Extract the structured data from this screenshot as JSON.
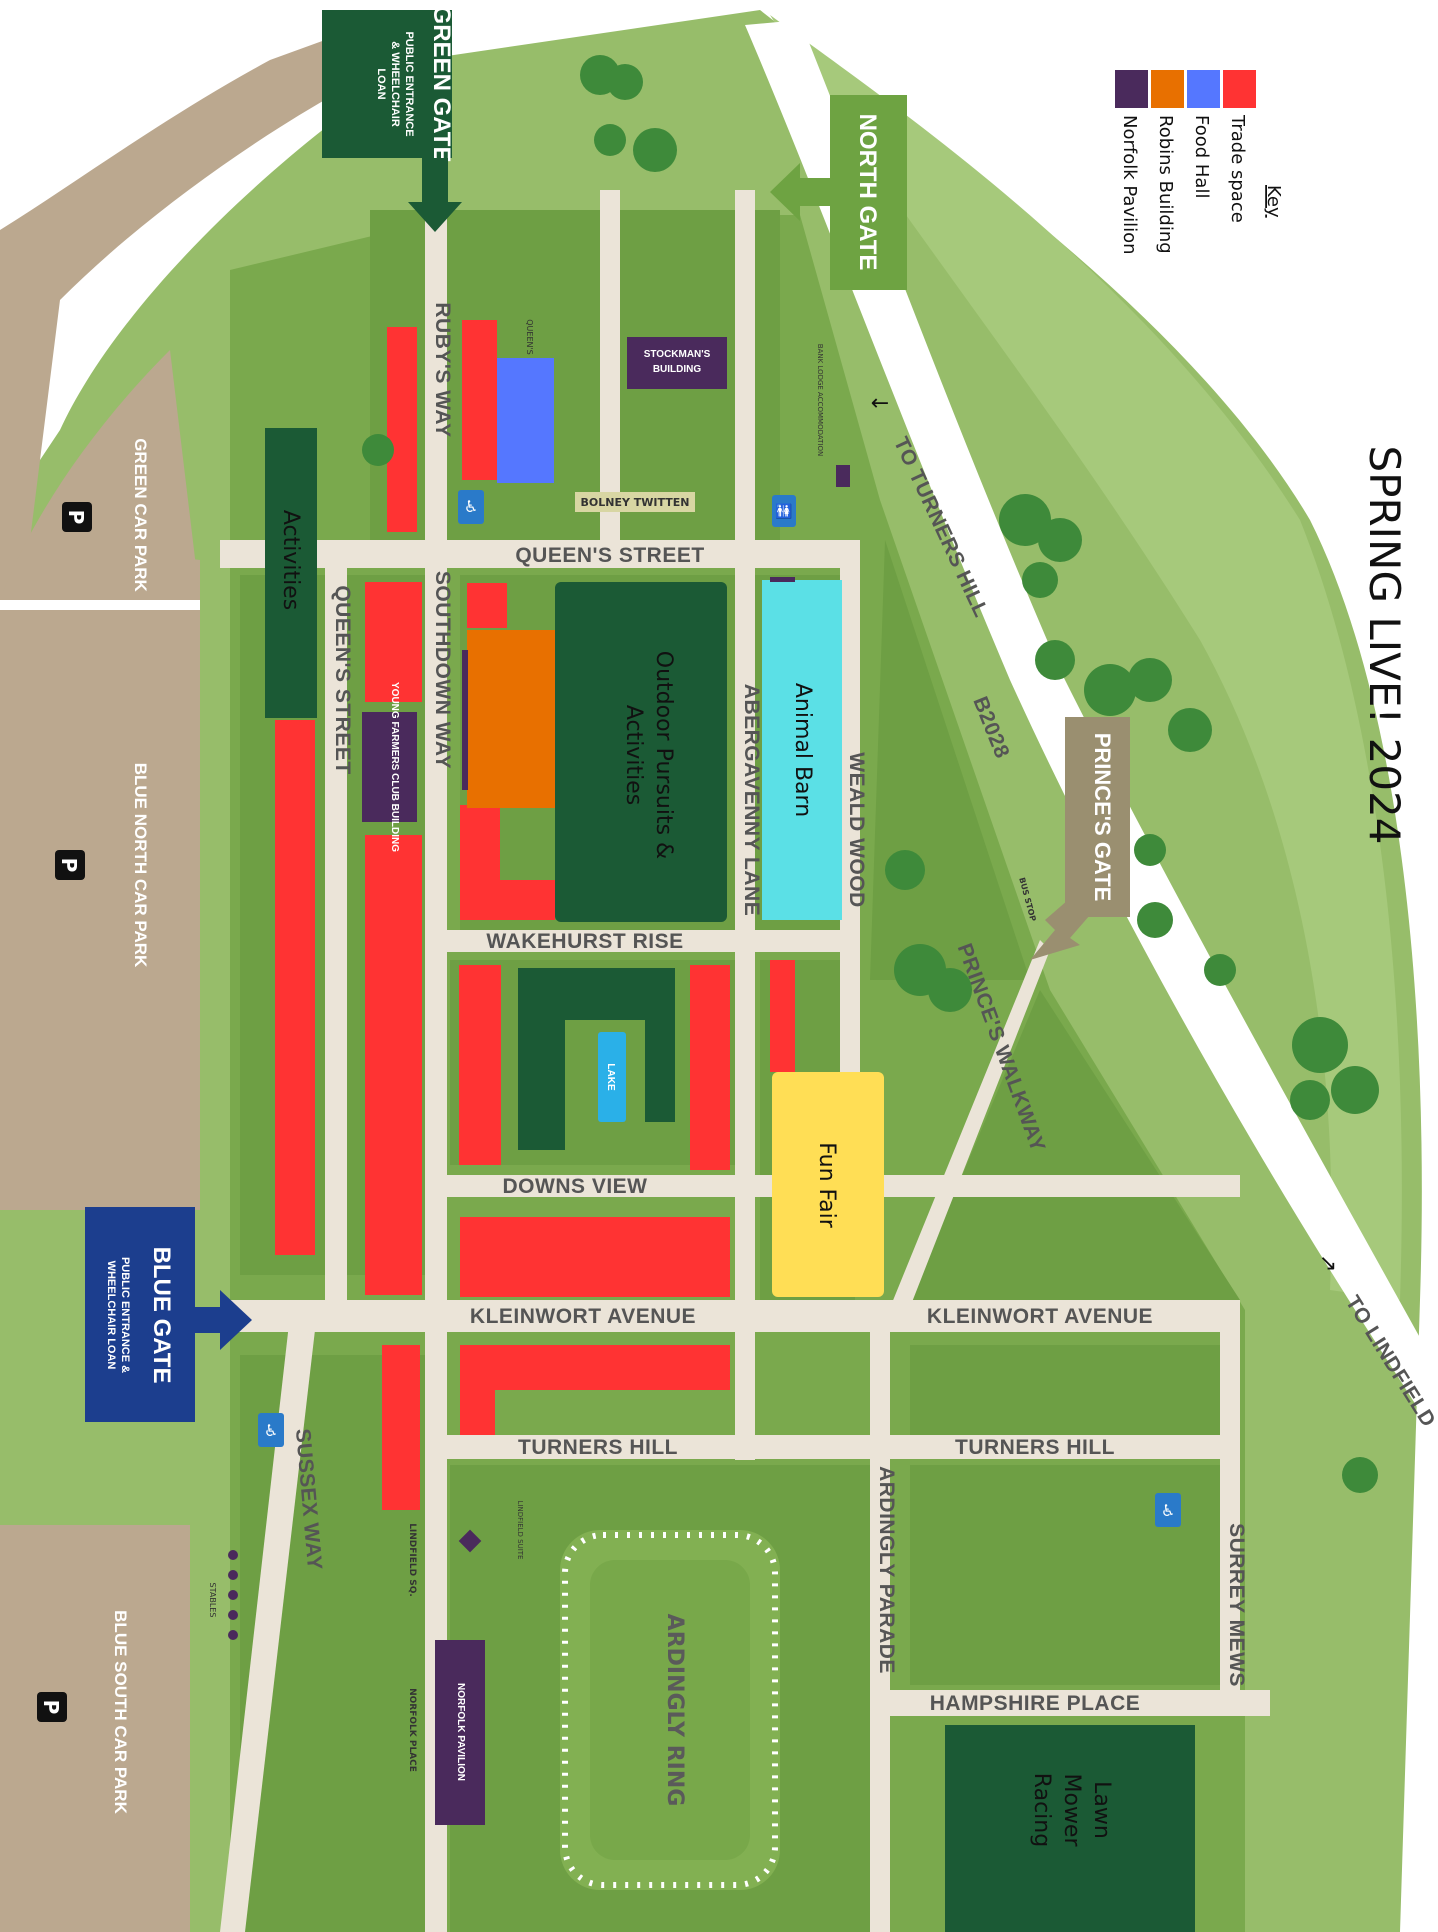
{
  "title": "SPRING LIVE! 2024",
  "key": {
    "heading": "Key",
    "items": [
      {
        "label": "Trade space",
        "color": "#ff3333"
      },
      {
        "label": "Food Hall",
        "color": "#5577ff"
      },
      {
        "label": "Robins Building",
        "color": "#e87000"
      },
      {
        "label": "Norfolk Pavilion",
        "color": "#4a2a5c"
      }
    ]
  },
  "gates": {
    "green": {
      "name": "GREEN GATE",
      "sub1": "PUBLIC ENTRANCE",
      "sub2": "& WHEELCHAIR",
      "sub3": "LOAN"
    },
    "north": {
      "name": "NORTH GATE"
    },
    "princes": {
      "name": "PRINCE'S GATE"
    },
    "blue": {
      "name": "BLUE GATE",
      "sub1": "PUBLIC ENTRANCE &",
      "sub2": "WHEELCHAIR LOAN"
    }
  },
  "car_parks": {
    "green": "GREEN CAR PARK",
    "blue_north": "BLUE NORTH CAR PARK",
    "blue_south": "BLUE SOUTH CAR PARK",
    "parking_symbol": "P"
  },
  "roads": {
    "to_turners_hill": "TO TURNERS HILL",
    "b2028": "B2028",
    "to_lindfield": "TO LINDFIELD",
    "rubys_way": "RUBY'S WAY",
    "queens_street_top": "QUEEN'S STREET",
    "queens_street_left": "QUEEN'S STREET",
    "southdown_way": "SOUTHDOWN WAY",
    "abergavenny_lane": "ABERGAVENNY LANE",
    "weald_wood": "WEALD WOOD",
    "wakehurst_rise": "WAKEHURST RISE",
    "downs_view": "DOWNS VIEW",
    "kleinwort_avenue_1": "KLEINWORT AVENUE",
    "kleinwort_avenue_2": "KLEINWORT AVENUE",
    "turners_hill_1": "TURNERS HILL",
    "turners_hill_2": "TURNERS HILL",
    "sussex_way": "SUSSEX WAY",
    "ardingly_parade": "ARDINGLY PARADE",
    "surrey_mews": "SURREY MEWS",
    "hampshire_place": "HAMPSHIRE PLACE",
    "princes_walkway": "PRINCE'S WALKWAY",
    "bolney_twitten": "BOLNEY TWITTEN",
    "lindfield_sq": "LINDFIELD SQ.",
    "norfolk_place": "NORFOLK PLACE",
    "bus_stop": "BUS STOP",
    "stables": "STABLES"
  },
  "buildings": {
    "stockmans": "STOCKMAN'S BUILDING",
    "bank_lodge": "BANK LODGE ACCOMMODATION",
    "young_farmers": "YOUNG FARMERS CLUB BUILDING",
    "lake": "LAKE",
    "norfolk_pavilion": "NORFOLK PAVILION",
    "lindfield_suite": "LINDFIELD SUITE",
    "queens": "QUEEN'S"
  },
  "zones": {
    "activities": "Activities",
    "outdoor_1": "Outdoor Pursuits &",
    "outdoor_2": "Activities",
    "animal_barn": "Animal Barn",
    "fun_fair": "Fun Fair",
    "ardingly_ring": "ARDINGLY RING",
    "lawn_1": "Lawn",
    "lawn_2": "Mower",
    "lawn_3": "Racing"
  }
}
